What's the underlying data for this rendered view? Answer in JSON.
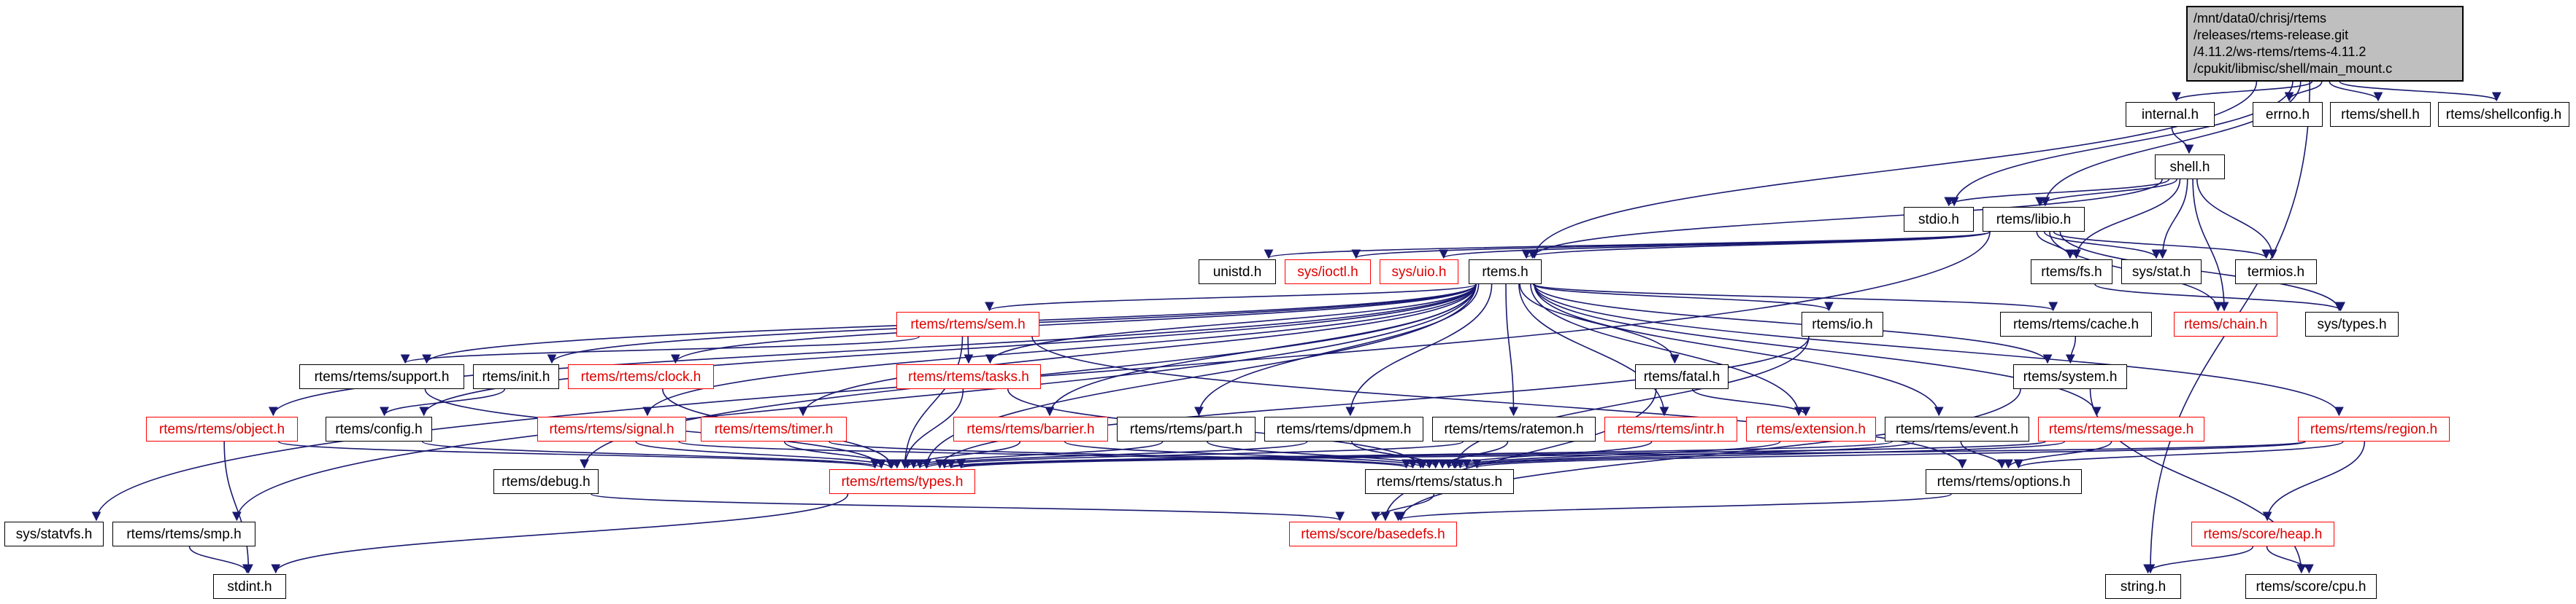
{
  "diagram": {
    "type": "include-dependency-graph",
    "colors": {
      "edge": "#191970",
      "node_border": "#000000",
      "truncated_border": "#ff0000",
      "root_background": "#bfbfbf",
      "background": "#ffffff"
    },
    "root": {
      "label": "/mnt/data0/chrisj/rtems/releases/rtems-release.git/4.11.2/ws-rtems/rtems-4.11.2/cpukit/libmisc/shell/main_mount.c",
      "lines": [
        "/mnt/data0/chrisj/rtems",
        "/releases/rtems-release.git",
        "/4.11.2/ws-rtems/rtems-4.11.2",
        "/cpukit/libmisc/shell/main_mount.c"
      ]
    },
    "nodes": [
      {
        "id": "main",
        "label": "/mnt/data0/chrisj/rtems /releases/rtems-release.git /4.11.2/ws-rtems/rtems-4.11.2 /cpukit/libmisc/shell/main_mount.c",
        "lines": [
          "/mnt/data0/chrisj/rtems",
          "/releases/rtems-release.git",
          "/4.11.2/ws-rtems/rtems-4.11.2",
          "/cpukit/libmisc/shell/main_mount.c"
        ],
        "style": "root"
      },
      {
        "id": "internal_h",
        "label": "internal.h",
        "style": "normal"
      },
      {
        "id": "errno_h",
        "label": "errno.h",
        "style": "normal"
      },
      {
        "id": "rtems_shell_h",
        "label": "rtems/shell.h",
        "style": "normal"
      },
      {
        "id": "rtems_shellconfig_h",
        "label": "rtems/shellconfig.h",
        "style": "normal"
      },
      {
        "id": "shell_h",
        "label": "shell.h",
        "style": "normal"
      },
      {
        "id": "stdio_h",
        "label": "stdio.h",
        "style": "normal"
      },
      {
        "id": "rtems_libio_h",
        "label": "rtems/libio.h",
        "style": "normal"
      },
      {
        "id": "unistd_h",
        "label": "unistd.h",
        "style": "normal"
      },
      {
        "id": "sys_ioctl_h",
        "label": "sys/ioctl.h",
        "style": "truncated"
      },
      {
        "id": "sys_uio_h",
        "label": "sys/uio.h",
        "style": "truncated"
      },
      {
        "id": "rtems_h",
        "label": "rtems.h",
        "style": "normal"
      },
      {
        "id": "rtems_fs_h",
        "label": "rtems/fs.h",
        "style": "normal"
      },
      {
        "id": "sys_stat_h",
        "label": "sys/stat.h",
        "style": "normal"
      },
      {
        "id": "termios_h",
        "label": "termios.h",
        "style": "normal"
      },
      {
        "id": "rtems_rtems_sem_h",
        "label": "rtems/rtems/sem.h",
        "style": "truncated"
      },
      {
        "id": "rtems_io_h",
        "label": "rtems/io.h",
        "style": "normal"
      },
      {
        "id": "rtems_rtems_cache_h",
        "label": "rtems/rtems/cache.h",
        "style": "normal"
      },
      {
        "id": "rtems_chain_h",
        "label": "rtems/chain.h",
        "style": "truncated"
      },
      {
        "id": "sys_types_h",
        "label": "sys/types.h",
        "style": "normal"
      },
      {
        "id": "rtems_rtems_support_h",
        "label": "rtems/rtems/support.h",
        "style": "normal"
      },
      {
        "id": "rtems_init_h",
        "label": "rtems/init.h",
        "style": "normal"
      },
      {
        "id": "rtems_rtems_clock_h",
        "label": "rtems/rtems/clock.h",
        "style": "truncated"
      },
      {
        "id": "rtems_rtems_tasks_h",
        "label": "rtems/rtems/tasks.h",
        "style": "truncated"
      },
      {
        "id": "rtems_fatal_h",
        "label": "rtems/fatal.h",
        "style": "normal"
      },
      {
        "id": "rtems_system_h",
        "label": "rtems/system.h",
        "style": "normal"
      },
      {
        "id": "rtems_rtems_object_h",
        "label": "rtems/rtems/object.h",
        "style": "truncated"
      },
      {
        "id": "rtems_config_h",
        "label": "rtems/config.h",
        "style": "normal"
      },
      {
        "id": "rtems_rtems_signal_h",
        "label": "rtems/rtems/signal.h",
        "style": "truncated"
      },
      {
        "id": "rtems_rtems_timer_h",
        "label": "rtems/rtems/timer.h",
        "style": "truncated"
      },
      {
        "id": "rtems_rtems_barrier_h",
        "label": "rtems/rtems/barrier.h",
        "style": "truncated"
      },
      {
        "id": "rtems_rtems_part_h",
        "label": "rtems/rtems/part.h",
        "style": "normal"
      },
      {
        "id": "rtems_rtems_dpmem_h",
        "label": "rtems/rtems/dpmem.h",
        "style": "normal"
      },
      {
        "id": "rtems_rtems_ratemon_h",
        "label": "rtems/rtems/ratemon.h",
        "style": "normal"
      },
      {
        "id": "rtems_rtems_intr_h",
        "label": "rtems/rtems/intr.h",
        "style": "truncated"
      },
      {
        "id": "rtems_extension_h",
        "label": "rtems/extension.h",
        "style": "truncated"
      },
      {
        "id": "rtems_rtems_event_h",
        "label": "rtems/rtems/event.h",
        "style": "normal"
      },
      {
        "id": "rtems_rtems_message_h",
        "label": "rtems/rtems/message.h",
        "style": "truncated"
      },
      {
        "id": "rtems_rtems_region_h",
        "label": "rtems/rtems/region.h",
        "style": "truncated"
      },
      {
        "id": "rtems_debug_h",
        "label": "rtems/debug.h",
        "style": "normal"
      },
      {
        "id": "rtems_rtems_types_h",
        "label": "rtems/rtems/types.h",
        "style": "truncated"
      },
      {
        "id": "rtems_rtems_status_h",
        "label": "rtems/rtems/status.h",
        "style": "normal"
      },
      {
        "id": "rtems_rtems_options_h",
        "label": "rtems/rtems/options.h",
        "style": "normal"
      },
      {
        "id": "sys_statvfs_h",
        "label": "sys/statvfs.h",
        "style": "normal"
      },
      {
        "id": "rtems_rtems_smp_h",
        "label": "rtems/rtems/smp.h",
        "style": "normal"
      },
      {
        "id": "rtems_score_basedefs_h",
        "label": "rtems/score/basedefs.h",
        "style": "truncated"
      },
      {
        "id": "rtems_score_heap_h",
        "label": "rtems/score/heap.h",
        "style": "truncated"
      },
      {
        "id": "stdint_h",
        "label": "stdint.h",
        "style": "normal"
      },
      {
        "id": "string_h",
        "label": "string.h",
        "style": "normal"
      },
      {
        "id": "rtems_score_cpu_h",
        "label": "rtems/score/cpu.h",
        "style": "normal"
      }
    ],
    "edges": [
      [
        "main",
        "internal_h"
      ],
      [
        "main",
        "errno_h"
      ],
      [
        "main",
        "rtems_shell_h"
      ],
      [
        "main",
        "rtems_shellconfig_h"
      ],
      [
        "main",
        "stdio_h"
      ],
      [
        "main",
        "rtems_libio_h"
      ],
      [
        "main",
        "rtems_h"
      ],
      [
        "main",
        "string_h"
      ],
      [
        "internal_h",
        "shell_h"
      ],
      [
        "shell_h",
        "stdio_h"
      ],
      [
        "shell_h",
        "rtems_libio_h"
      ],
      [
        "shell_h",
        "rtems_h"
      ],
      [
        "shell_h",
        "rtems_fs_h"
      ],
      [
        "shell_h",
        "sys_stat_h"
      ],
      [
        "shell_h",
        "termios_h"
      ],
      [
        "shell_h",
        "rtems_chain_h"
      ],
      [
        "rtems_libio_h",
        "unistd_h"
      ],
      [
        "rtems_libio_h",
        "sys_ioctl_h"
      ],
      [
        "rtems_libio_h",
        "sys_uio_h"
      ],
      [
        "rtems_libio_h",
        "rtems_h"
      ],
      [
        "rtems_libio_h",
        "rtems_fs_h"
      ],
      [
        "rtems_libio_h",
        "sys_stat_h"
      ],
      [
        "rtems_libio_h",
        "termios_h"
      ],
      [
        "rtems_libio_h",
        "sys_types_h"
      ],
      [
        "rtems_libio_h",
        "sys_statvfs_h"
      ],
      [
        "rtems_libio_h",
        "rtems_chain_h"
      ],
      [
        "rtems_fs_h",
        "sys_types_h"
      ],
      [
        "rtems_h",
        "rtems_rtems_support_h"
      ],
      [
        "rtems_h",
        "rtems_init_h"
      ],
      [
        "rtems_h",
        "rtems_rtems_clock_h"
      ],
      [
        "rtems_h",
        "rtems_rtems_sem_h"
      ],
      [
        "rtems_h",
        "rtems_rtems_tasks_h"
      ],
      [
        "rtems_h",
        "rtems_io_h"
      ],
      [
        "rtems_h",
        "rtems_rtems_cache_h"
      ],
      [
        "rtems_h",
        "rtems_fatal_h"
      ],
      [
        "rtems_h",
        "rtems_system_h"
      ],
      [
        "rtems_h",
        "rtems_config_h"
      ],
      [
        "rtems_h",
        "rtems_rtems_object_h"
      ],
      [
        "rtems_h",
        "rtems_rtems_signal_h"
      ],
      [
        "rtems_h",
        "rtems_rtems_timer_h"
      ],
      [
        "rtems_h",
        "rtems_rtems_barrier_h"
      ],
      [
        "rtems_h",
        "rtems_rtems_part_h"
      ],
      [
        "rtems_h",
        "rtems_rtems_dpmem_h"
      ],
      [
        "rtems_h",
        "rtems_rtems_ratemon_h"
      ],
      [
        "rtems_h",
        "rtems_rtems_intr_h"
      ],
      [
        "rtems_h",
        "rtems_extension_h"
      ],
      [
        "rtems_h",
        "rtems_rtems_event_h"
      ],
      [
        "rtems_h",
        "rtems_rtems_message_h"
      ],
      [
        "rtems_h",
        "rtems_rtems_region_h"
      ],
      [
        "rtems_h",
        "rtems_rtems_types_h"
      ],
      [
        "rtems_h",
        "rtems_debug_h"
      ],
      [
        "rtems_h",
        "rtems_rtems_smp_h"
      ],
      [
        "rtems_rtems_sem_h",
        "rtems_rtems_tasks_h"
      ],
      [
        "rtems_rtems_sem_h",
        "rtems_rtems_types_h"
      ],
      [
        "rtems_rtems_sem_h",
        "rtems_rtems_options_h"
      ],
      [
        "rtems_rtems_sem_h",
        "rtems_rtems_support_h"
      ],
      [
        "rtems_rtems_tasks_h",
        "rtems_rtems_types_h"
      ],
      [
        "rtems_rtems_tasks_h",
        "rtems_rtems_status_h"
      ],
      [
        "rtems_rtems_support_h",
        "rtems_rtems_types_h"
      ],
      [
        "rtems_init_h",
        "rtems_config_h"
      ],
      [
        "rtems_rtems_clock_h",
        "rtems_rtems_types_h"
      ],
      [
        "rtems_config_h",
        "rtems_rtems_types_h"
      ],
      [
        "rtems_rtems_object_h",
        "stdint_h"
      ],
      [
        "rtems_rtems_object_h",
        "rtems_rtems_types_h"
      ],
      [
        "rtems_rtems_signal_h",
        "rtems_rtems_types_h"
      ],
      [
        "rtems_rtems_signal_h",
        "rtems_rtems_status_h"
      ],
      [
        "rtems_rtems_timer_h",
        "rtems_rtems_types_h"
      ],
      [
        "rtems_rtems_timer_h",
        "rtems_rtems_status_h"
      ],
      [
        "rtems_rtems_barrier_h",
        "rtems_rtems_types_h"
      ],
      [
        "rtems_rtems_barrier_h",
        "rtems_rtems_status_h"
      ],
      [
        "rtems_rtems_part_h",
        "rtems_rtems_types_h"
      ],
      [
        "rtems_rtems_part_h",
        "rtems_rtems_status_h"
      ],
      [
        "rtems_rtems_dpmem_h",
        "rtems_rtems_types_h"
      ],
      [
        "rtems_rtems_dpmem_h",
        "rtems_rtems_status_h"
      ],
      [
        "rtems_rtems_ratemon_h",
        "rtems_rtems_types_h"
      ],
      [
        "rtems_rtems_ratemon_h",
        "rtems_rtems_status_h"
      ],
      [
        "rtems_rtems_intr_h",
        "rtems_rtems_status_h"
      ],
      [
        "rtems_extension_h",
        "rtems_rtems_status_h"
      ],
      [
        "rtems_rtems_event_h",
        "rtems_rtems_types_h"
      ],
      [
        "rtems_rtems_event_h",
        "rtems_rtems_status_h"
      ],
      [
        "rtems_rtems_event_h",
        "rtems_rtems_options_h"
      ],
      [
        "rtems_rtems_message_h",
        "rtems_rtems_types_h"
      ],
      [
        "rtems_rtems_message_h",
        "rtems_rtems_status_h"
      ],
      [
        "rtems_rtems_message_h",
        "rtems_rtems_options_h"
      ],
      [
        "rtems_rtems_region_h",
        "rtems_rtems_types_h"
      ],
      [
        "rtems_rtems_region_h",
        "rtems_rtems_status_h"
      ],
      [
        "rtems_rtems_region_h",
        "rtems_rtems_options_h"
      ],
      [
        "rtems_rtems_region_h",
        "rtems_score_heap_h"
      ],
      [
        "rtems_io_h",
        "rtems_rtems_types_h"
      ],
      [
        "rtems_io_h",
        "rtems_rtems_status_h"
      ],
      [
        "rtems_fatal_h",
        "rtems_extension_h"
      ],
      [
        "rtems_fatal_h",
        "rtems_score_basedefs_h"
      ],
      [
        "rtems_system_h",
        "rtems_score_cpu_h"
      ],
      [
        "rtems_system_h",
        "rtems_score_basedefs_h"
      ],
      [
        "rtems_rtems_cache_h",
        "rtems_system_h"
      ],
      [
        "rtems_rtems_types_h",
        "stdint_h"
      ],
      [
        "rtems_rtems_status_h",
        "rtems_score_basedefs_h"
      ],
      [
        "rtems_rtems_options_h",
        "rtems_score_basedefs_h"
      ],
      [
        "rtems_debug_h",
        "rtems_score_basedefs_h"
      ],
      [
        "rtems_rtems_smp_h",
        "stdint_h"
      ],
      [
        "rtems_score_heap_h",
        "rtems_score_cpu_h"
      ],
      [
        "rtems_score_heap_h",
        "string_h"
      ]
    ]
  }
}
